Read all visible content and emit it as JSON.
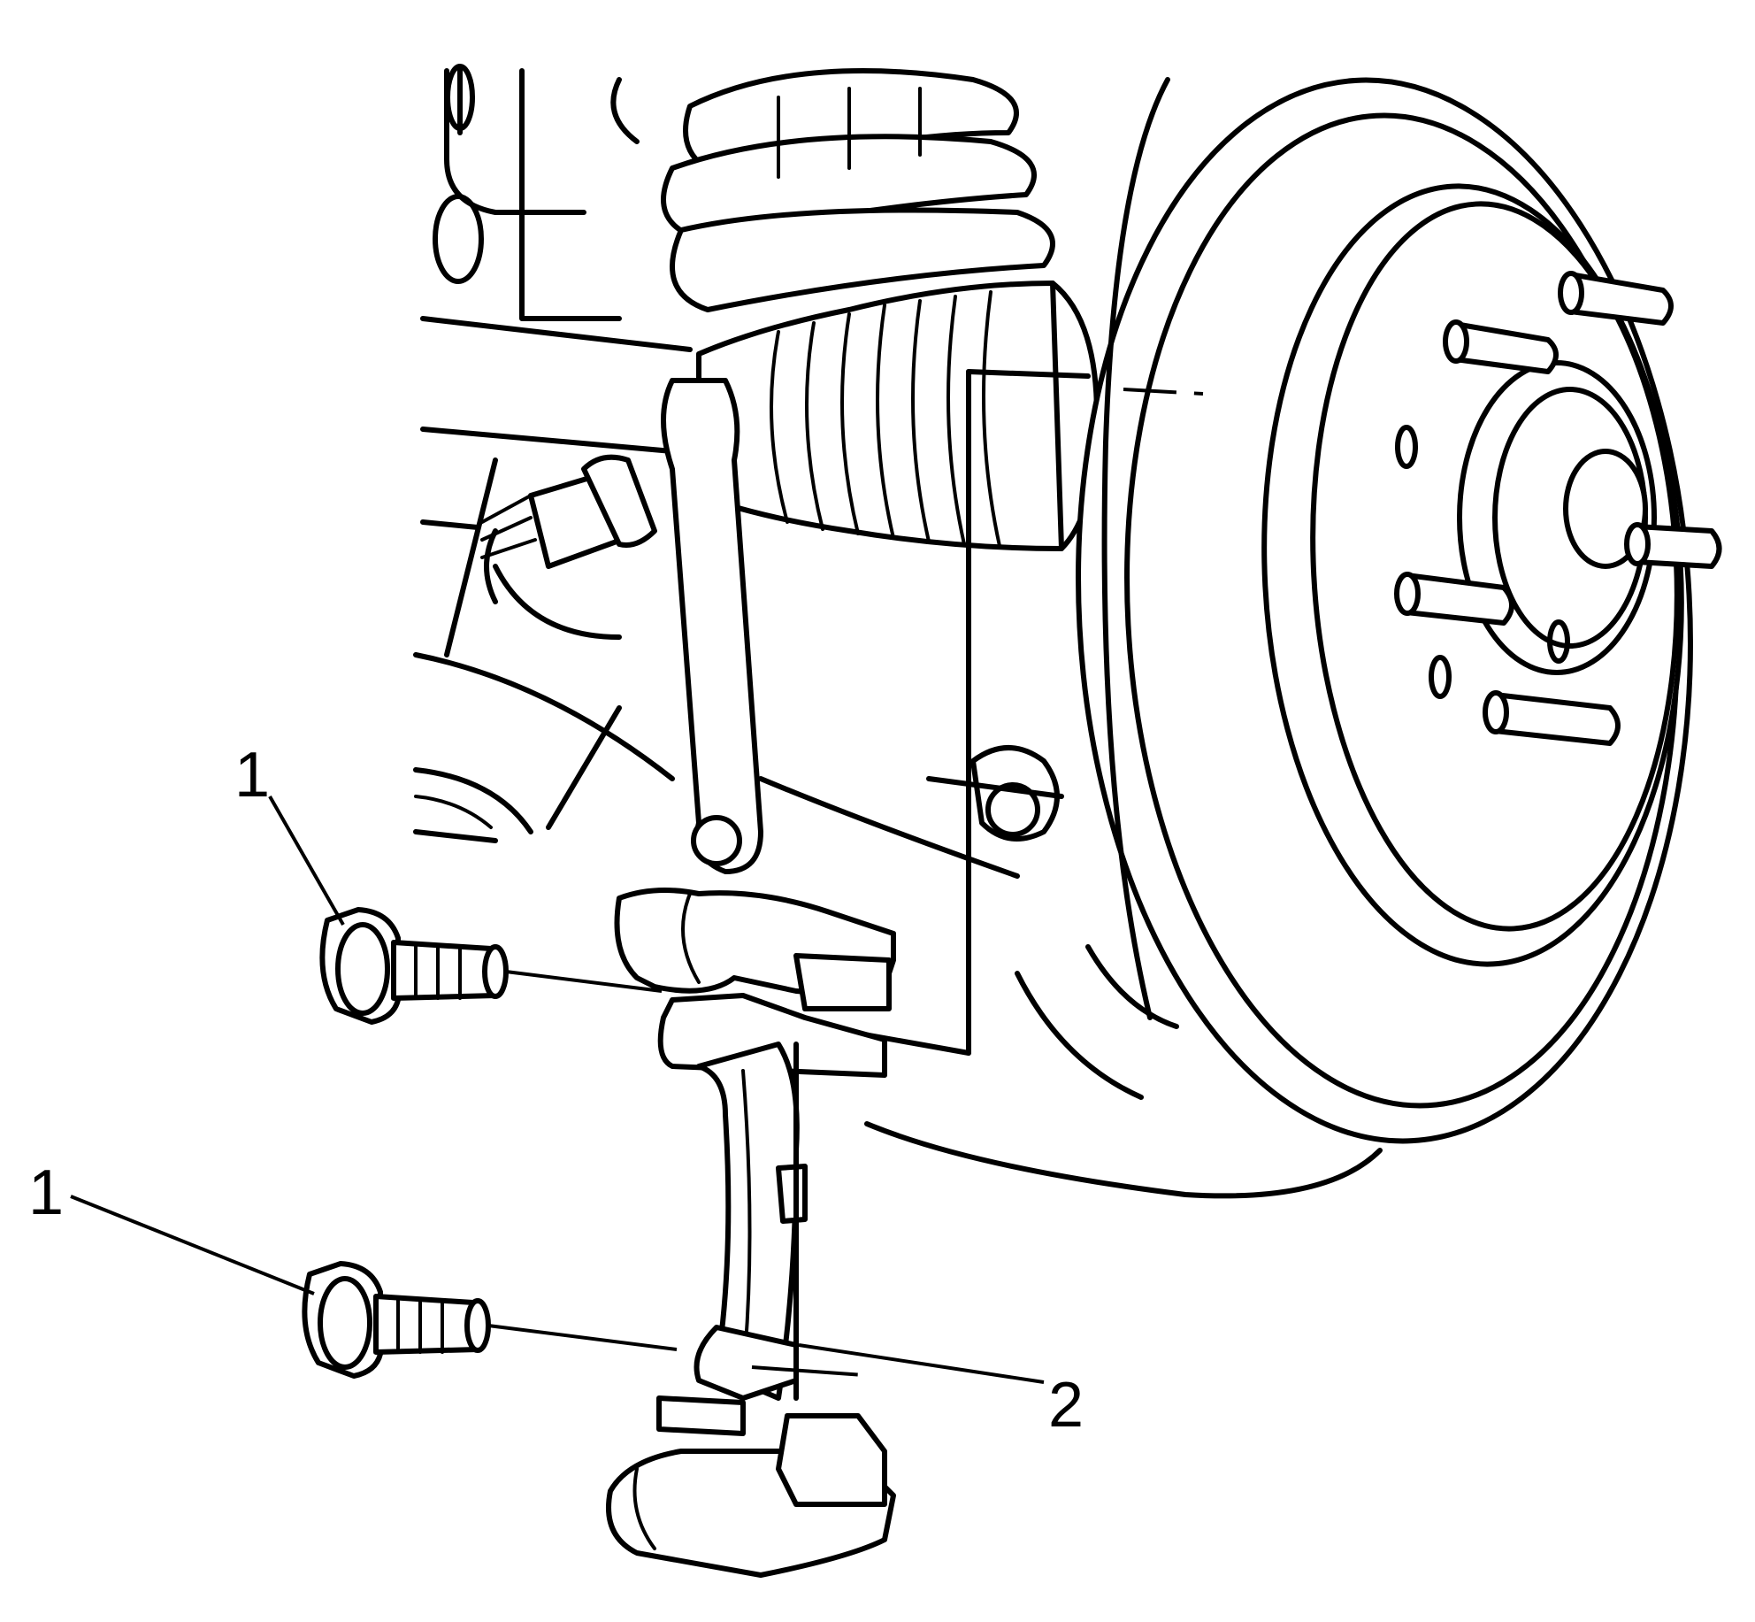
{
  "callouts": [
    {
      "id": "bolt-top",
      "label": "1"
    },
    {
      "id": "bolt-bottom",
      "label": "1"
    },
    {
      "id": "caliper-bracket",
      "label": "2"
    }
  ]
}
